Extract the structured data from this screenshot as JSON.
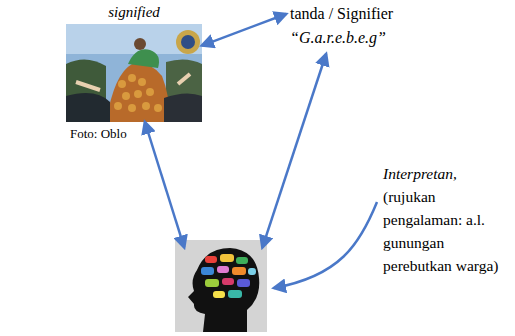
{
  "diagram": {
    "nodes": [
      {
        "text": [
          "signified",
          "Foto: Oblo"
        ]
      },
      {
        "text": [
          "tanda / Signifier",
          "“G.a.r.e.b.e.g”"
        ]
      },
      {
        "text": [
          "Interpretan,",
          "(rujukan pengalaman: a.l. gunungan perebutkan warga)"
        ]
      }
    ],
    "edges": [
      {
        "from": 0,
        "to": 1,
        "arrow": "both"
      },
      {
        "from": 0,
        "to": 2,
        "arrow": "both"
      },
      {
        "from": 1,
        "to": 2,
        "arrow": "both"
      }
    ]
  }
}
